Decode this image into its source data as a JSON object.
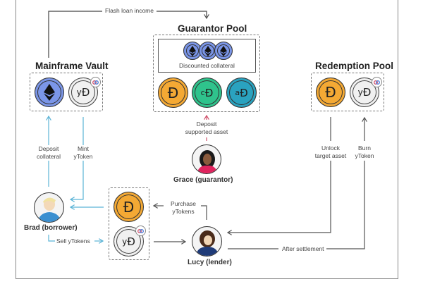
{
  "diagram": {
    "nodes": {
      "mainframe_vault": {
        "title": "Mainframe Vault",
        "tokens": [
          "eth-icon",
          "ytoken-icon"
        ]
      },
      "guarantor_pool": {
        "title": "Guarantor Pool",
        "collateral_label": "Discounted collateral",
        "tokens": [
          "dai-icon",
          "cdai-icon",
          "adai-icon"
        ],
        "collateral_tokens": [
          "eth-icon",
          "eth-icon",
          "eth-icon"
        ]
      },
      "redemption_pool": {
        "title": "Redemption Pool",
        "tokens": [
          "dai-icon",
          "ytoken-icon"
        ]
      },
      "market": {
        "tokens": [
          "dai-icon",
          "ytoken-icon"
        ]
      }
    },
    "people": {
      "brad": "Brad (borrower)",
      "grace": "Grace (guarantor)",
      "lucy": "Lucy (lender)"
    },
    "edges": {
      "flash_loan": "Flash loan income",
      "deposit_collateral": "Deposit\ncollateral",
      "mint_ytoken": "Mint\nyToken",
      "deposit_supported_1": "Deposit",
      "deposit_supported_2": "supported asset",
      "unlock_1": "Unlock",
      "unlock_2": "target asset",
      "burn_1": "Burn",
      "burn_2": "yToken",
      "purchase_1": "Purchase",
      "purchase_2": "yTokens",
      "sell_ytokens": "Sell yTokens",
      "after_settlement": "After settlement",
      "deposit_collateral_1": "Deposit",
      "deposit_collateral_2": "collateral",
      "mint_1": "Mint",
      "mint_2": "yToken"
    },
    "token_glyphs": {
      "dai": "Đ",
      "cdai_prefix": "c",
      "adai_prefix": "a",
      "ytoken_prefix": "y"
    },
    "colors": {
      "eth": "#7b96e8",
      "dai": "#f4a934",
      "cdai": "#2fc38c",
      "adai": "#2aa2bf",
      "ytoken": "#f1f1f1",
      "blue_arrow": "#5bb3d6",
      "red_arrow": "#d0506a",
      "gray_arrow": "#555555"
    }
  }
}
